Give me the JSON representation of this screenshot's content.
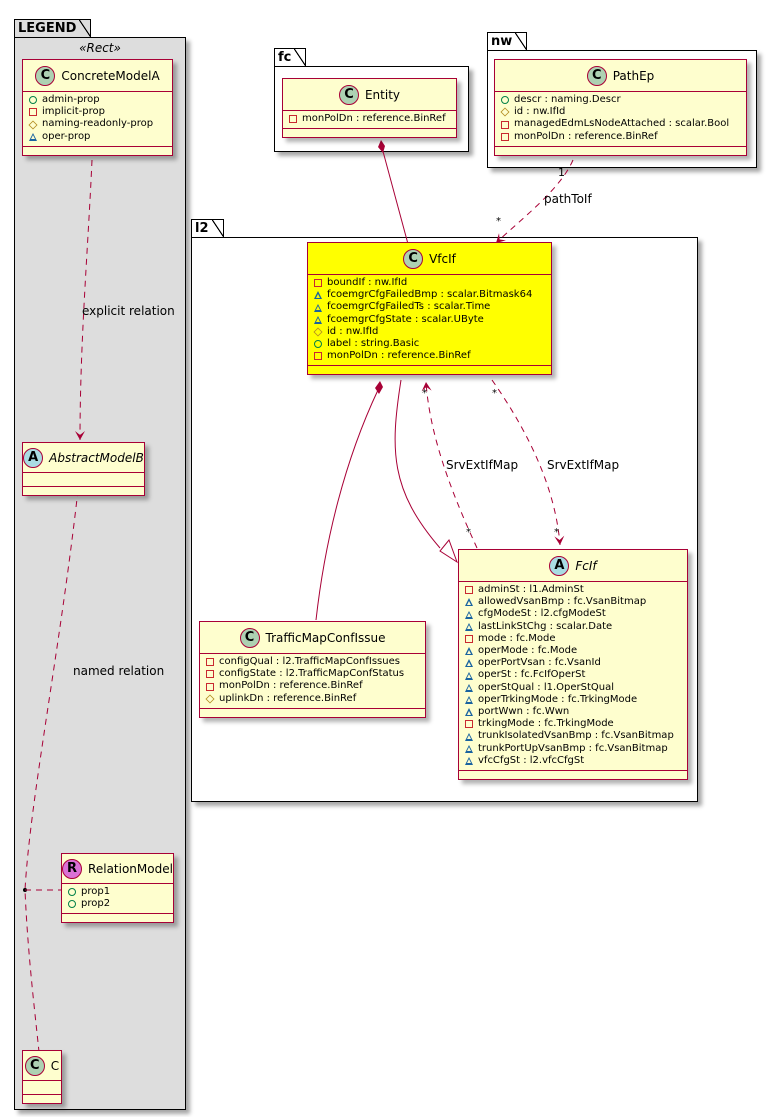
{
  "packages": {
    "legend": {
      "name": "LEGEND",
      "stereotype": "«Rect»"
    },
    "fc": {
      "name": "fc"
    },
    "nw": {
      "name": "nw"
    },
    "l2": {
      "name": "l2"
    }
  },
  "classes": {
    "concrete_model_a": {
      "kind": "C",
      "name": "ConcreteModelA",
      "attrs": [
        {
          "vis": "public",
          "text": "admin-prop"
        },
        {
          "vis": "private",
          "text": "implicit-prop"
        },
        {
          "vis": "protected",
          "text": "naming-readonly-prop"
        },
        {
          "vis": "package",
          "text": "oper-prop"
        }
      ]
    },
    "abstract_model_b": {
      "kind": "A",
      "name": "AbstractModelB",
      "attrs": []
    },
    "relation_model": {
      "kind": "R",
      "name": "RelationModel",
      "attrs": [
        {
          "vis": "public",
          "text": "prop1"
        },
        {
          "vis": "public",
          "text": "prop2"
        }
      ]
    },
    "c": {
      "kind": "C",
      "name": "C",
      "attrs": []
    },
    "entity": {
      "kind": "C",
      "name": "Entity",
      "attrs": [
        {
          "vis": "private",
          "text": "monPolDn : reference.BinRef"
        }
      ]
    },
    "path_ep": {
      "kind": "C",
      "name": "PathEp",
      "attrs": [
        {
          "vis": "public",
          "text": "descr : naming.Descr"
        },
        {
          "vis": "protected",
          "text": "id : nw.IfId"
        },
        {
          "vis": "private",
          "text": "managedEdmLsNodeAttached : scalar.Bool"
        },
        {
          "vis": "private",
          "text": "monPolDn : reference.BinRef"
        }
      ]
    },
    "vfc_if": {
      "kind": "C",
      "name": "VfcIf",
      "highlight_color": "#ffff00",
      "attrs": [
        {
          "vis": "private",
          "text": "boundIf : nw.IfId"
        },
        {
          "vis": "package",
          "text": "fcoemgrCfgFailedBmp : scalar.Bitmask64"
        },
        {
          "vis": "package",
          "text": "fcoemgrCfgFailedTs : scalar.Time"
        },
        {
          "vis": "package",
          "text": "fcoemgrCfgState : scalar.UByte"
        },
        {
          "vis": "protected",
          "text": "id : nw.IfId"
        },
        {
          "vis": "public",
          "text": "label : string.Basic"
        },
        {
          "vis": "private",
          "text": "monPolDn : reference.BinRef"
        }
      ]
    },
    "traffic_map_conf_issue": {
      "kind": "C",
      "name": "TrafficMapConfIssue",
      "attrs": [
        {
          "vis": "private",
          "text": "configQual : l2.TrafficMapConfIssues"
        },
        {
          "vis": "private",
          "text": "configState : l2.TrafficMapConfStatus"
        },
        {
          "vis": "private",
          "text": "monPolDn : reference.BinRef"
        },
        {
          "vis": "protected",
          "text": "uplinkDn : reference.BinRef"
        }
      ]
    },
    "fc_if": {
      "kind": "A",
      "name": "FcIf",
      "attrs": [
        {
          "vis": "private",
          "text": "adminSt : l1.AdminSt"
        },
        {
          "vis": "package",
          "text": "allowedVsanBmp : fc.VsanBitmap"
        },
        {
          "vis": "package",
          "text": "cfgModeSt : l2.cfgModeSt"
        },
        {
          "vis": "package",
          "text": "lastLinkStChg : scalar.Date"
        },
        {
          "vis": "private",
          "text": "mode : fc.Mode"
        },
        {
          "vis": "package",
          "text": "operMode : fc.Mode"
        },
        {
          "vis": "package",
          "text": "operPortVsan : fc.VsanId"
        },
        {
          "vis": "package",
          "text": "operSt : fc.FcIfOperSt"
        },
        {
          "vis": "package",
          "text": "operStQual : l1.OperStQual"
        },
        {
          "vis": "package",
          "text": "operTrkingMode : fc.TrkingMode"
        },
        {
          "vis": "package",
          "text": "portWwn : fc.Wwn"
        },
        {
          "vis": "private",
          "text": "trkingMode : fc.TrkingMode"
        },
        {
          "vis": "package",
          "text": "trunkIsolatedVsanBmp : fc.VsanBitmap"
        },
        {
          "vis": "package",
          "text": "trunkPortUpVsanBmp : fc.VsanBitmap"
        },
        {
          "vis": "package",
          "text": "vfcCfgSt : l2.vfcCfgSt"
        }
      ]
    }
  },
  "relations": {
    "explicit": {
      "label": "explicit relation"
    },
    "named": {
      "label": "named relation"
    },
    "path_to_if": {
      "label": "pathToIf",
      "from_mult": "1",
      "to_mult": "*"
    },
    "srv_ext_if_map_1": {
      "label": "SrvExtIfMap",
      "from_mult": "*",
      "to_mult": "*"
    },
    "srv_ext_if_map_2": {
      "label": "SrvExtIfMap",
      "from_mult": "*",
      "to_mult": "*"
    }
  },
  "colors": {
    "class_fill": "#fefece",
    "class_border": "#a80036",
    "highlight": "#ffff00",
    "legend_bg": "#dddddd"
  }
}
